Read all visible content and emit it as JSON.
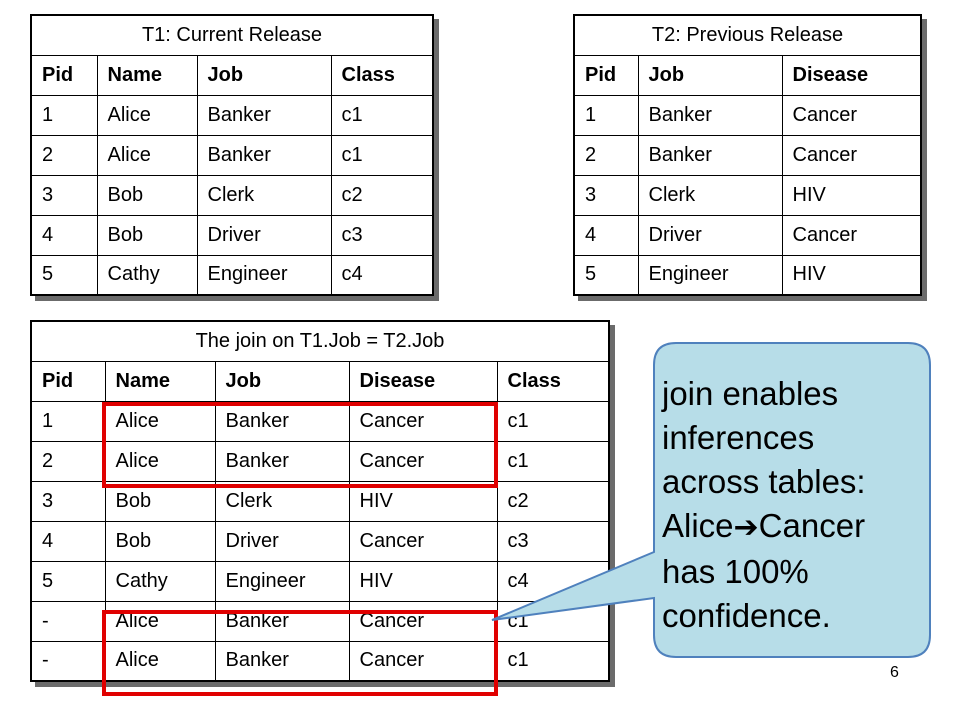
{
  "t1": {
    "caption": "T1: Current Release",
    "headers": [
      "Pid",
      "Name",
      "Job",
      "Class"
    ],
    "rows": [
      [
        "1",
        "Alice",
        "Banker",
        "c1"
      ],
      [
        "2",
        "Alice",
        "Banker",
        "c1"
      ],
      [
        "3",
        "Bob",
        "Clerk",
        "c2"
      ],
      [
        "4",
        "Bob",
        "Driver",
        "c3"
      ],
      [
        "5",
        "Cathy",
        "Engineer",
        "c4"
      ]
    ]
  },
  "t2": {
    "caption": "T2: Previous Release",
    "headers": [
      "Pid",
      "Job",
      "Disease"
    ],
    "rows": [
      [
        "1",
        "Banker",
        "Cancer"
      ],
      [
        "2",
        "Banker",
        "Cancer"
      ],
      [
        "3",
        "Clerk",
        "HIV"
      ],
      [
        "4",
        "Driver",
        "Cancer"
      ],
      [
        "5",
        "Engineer",
        "HIV"
      ]
    ]
  },
  "join": {
    "caption": "The join on T1.Job = T2.Job",
    "headers": [
      "Pid",
      "Name",
      "Job",
      "Disease",
      "Class"
    ],
    "rows": [
      [
        "1",
        "Alice",
        "Banker",
        "Cancer",
        "c1"
      ],
      [
        "2",
        "Alice",
        "Banker",
        "Cancer",
        "c1"
      ],
      [
        "3",
        "Bob",
        "Clerk",
        "HIV",
        "c2"
      ],
      [
        "4",
        "Bob",
        "Driver",
        "Cancer",
        "c3"
      ],
      [
        "5",
        "Cathy",
        "Engineer",
        "HIV",
        "c4"
      ],
      [
        "-",
        "Alice",
        "Banker",
        "Cancer",
        "c1"
      ],
      [
        "-",
        "Alice",
        "Banker",
        "Cancer",
        "c1"
      ]
    ]
  },
  "callout": {
    "line1": "join enables",
    "line2": "inferences",
    "line3": "across tables:",
    "line4_a": "Alice",
    "arrow": "➔",
    "line4_b": "Cancer",
    "line5": "has 100%",
    "line6": "confidence.",
    "fill": "#b7dde8",
    "border": "#4f81bd"
  },
  "slide_number": "6",
  "colors": {
    "highlight": "#e00000",
    "shadow": "#6b6b6b"
  }
}
